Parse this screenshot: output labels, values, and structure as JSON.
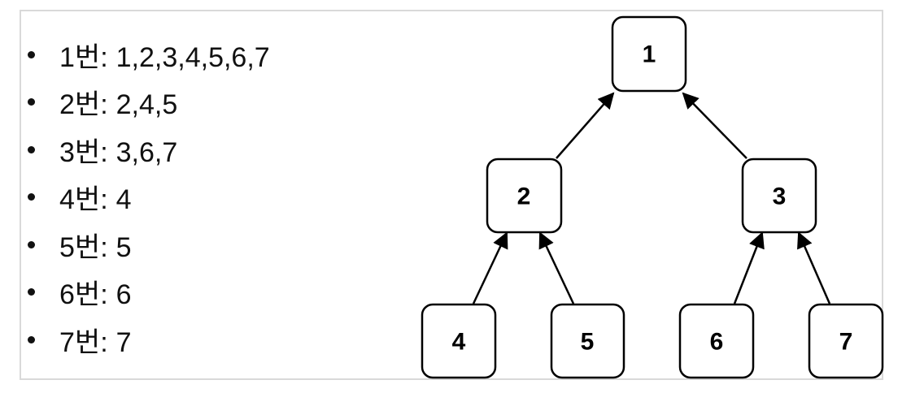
{
  "items": [
    {
      "label": "1번:",
      "value": "1,2,3,4,5,6,7"
    },
    {
      "label": "2번:",
      "value": "2,4,5"
    },
    {
      "label": "3번:",
      "value": "3,6,7"
    },
    {
      "label": "4번:",
      "value": "4"
    },
    {
      "label": "5번:",
      "value": "5"
    },
    {
      "label": "6번:",
      "value": "6"
    },
    {
      "label": "7번:",
      "value": "7"
    }
  ],
  "tree": {
    "nodes": [
      {
        "id": "1",
        "label": "1"
      },
      {
        "id": "2",
        "label": "2"
      },
      {
        "id": "3",
        "label": "3"
      },
      {
        "id": "4",
        "label": "4"
      },
      {
        "id": "5",
        "label": "5"
      },
      {
        "id": "6",
        "label": "6"
      },
      {
        "id": "7",
        "label": "7"
      }
    ],
    "edges": [
      {
        "from": "2",
        "to": "1"
      },
      {
        "from": "3",
        "to": "1"
      },
      {
        "from": "4",
        "to": "2"
      },
      {
        "from": "5",
        "to": "2"
      },
      {
        "from": "6",
        "to": "3"
      },
      {
        "from": "7",
        "to": "3"
      }
    ]
  },
  "colors": {
    "border": "#d9d9d9",
    "stroke": "#000000",
    "text": "#111111"
  }
}
